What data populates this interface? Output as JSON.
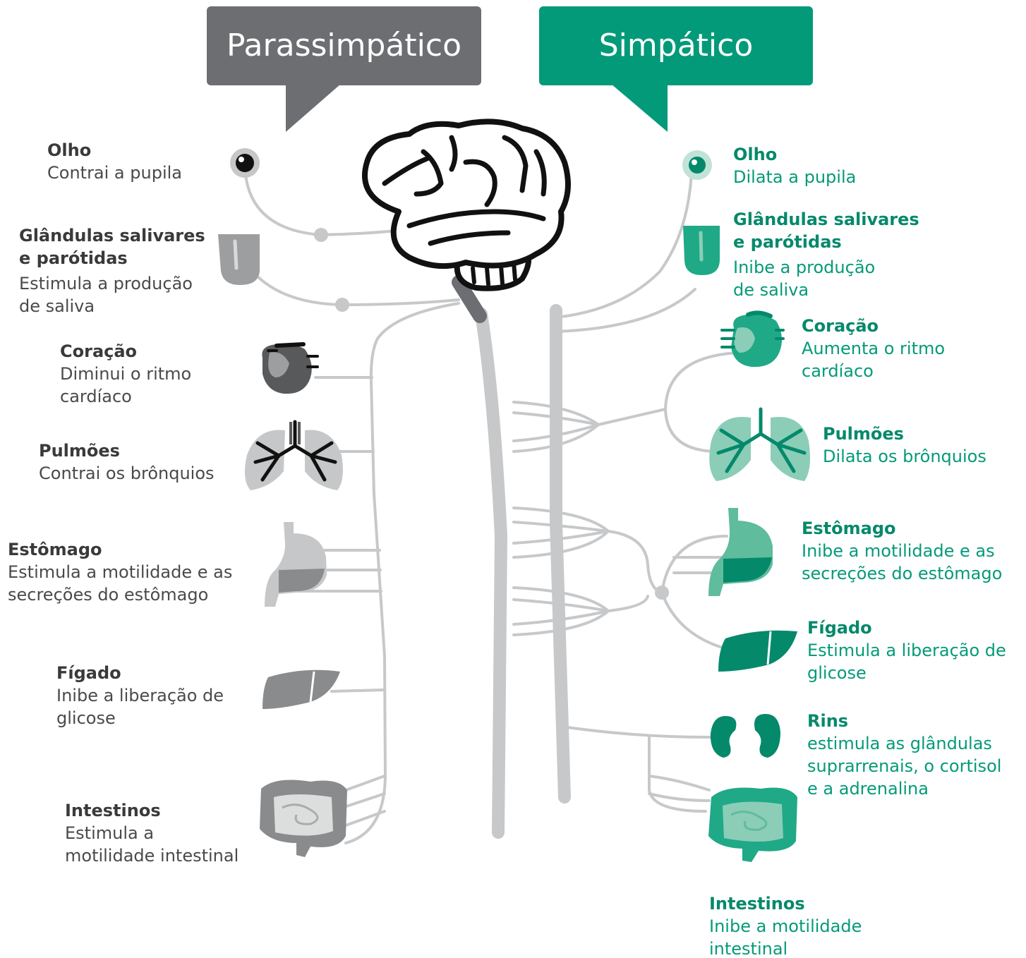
{
  "colors": {
    "parasympathetic_dark": "#58595b",
    "parasympathetic_mid": "#8a8b8d",
    "parasympathetic_light": "#c6c7c8",
    "sympathetic_dark": "#04896b",
    "sympathetic_mid": "#1fa987",
    "sympathetic_light": "#8ccdb7",
    "nerve": "#c7c8ca",
    "brain_outline": "#111111"
  },
  "parasympathetic": {
    "title": "Parassimpático",
    "organs": {
      "eye": {
        "name": "Olho",
        "effect": [
          "Contrai a pupila"
        ],
        "icon": "eye-icon"
      },
      "salivary": {
        "name": [
          "Glândulas salivares",
          "e parótidas"
        ],
        "effect": [
          "Estimula a produção",
          "de saliva"
        ],
        "icon": "salivary-gland-icon"
      },
      "heart": {
        "name": "Coração",
        "effect": [
          "Diminui o ritmo",
          "cardíaco"
        ],
        "icon": "heart-icon"
      },
      "lungs": {
        "name": "Pulmões",
        "effect": [
          "Contrai os brônquios"
        ],
        "icon": "lungs-icon"
      },
      "stomach": {
        "name": "Estômago",
        "effect": [
          "Estimula a motilidade e as",
          "secreções do estômago"
        ],
        "icon": "stomach-icon"
      },
      "liver": {
        "name": "Fígado",
        "effect": [
          "Inibe a liberação de",
          "glicose"
        ],
        "icon": "liver-icon"
      },
      "intestines": {
        "name": "Intestinos",
        "effect": [
          "Estimula a",
          "motilidade intestinal"
        ],
        "icon": "intestines-icon"
      }
    }
  },
  "sympathetic": {
    "title": "Simpático",
    "organs": {
      "eye": {
        "name": "Olho",
        "effect": [
          "Dilata a pupila"
        ],
        "icon": "eye-icon"
      },
      "salivary": {
        "name": [
          "Glândulas salivares",
          "e parótidas"
        ],
        "effect": [
          "Inibe a produção",
          "de saliva"
        ],
        "icon": "salivary-gland-icon"
      },
      "heart": {
        "name": "Coração",
        "effect": [
          "Aumenta o ritmo",
          "cardíaco"
        ],
        "icon": "heart-icon"
      },
      "lungs": {
        "name": "Pulmões",
        "effect": [
          "Dilata os brônquios"
        ],
        "icon": "lungs-icon"
      },
      "stomach": {
        "name": "Estômago",
        "effect": [
          "Inibe a motilidade e as",
          "secreções do estômago"
        ],
        "icon": "stomach-icon"
      },
      "liver": {
        "name": "Fígado",
        "effect": [
          "Estimula a liberação de",
          "glicose"
        ],
        "icon": "liver-icon"
      },
      "kidneys": {
        "name": "Rins",
        "effect": [
          "estimula as glândulas",
          "suprarrenais, o cortisol",
          "e a adrenalina"
        ],
        "icon": "kidneys-icon"
      },
      "intestines": {
        "name": "Intestinos",
        "effect": [
          "Inibe a motilidade",
          "intestinal"
        ],
        "icon": "intestines-icon"
      }
    }
  },
  "center": {
    "icon": "brain-icon"
  }
}
